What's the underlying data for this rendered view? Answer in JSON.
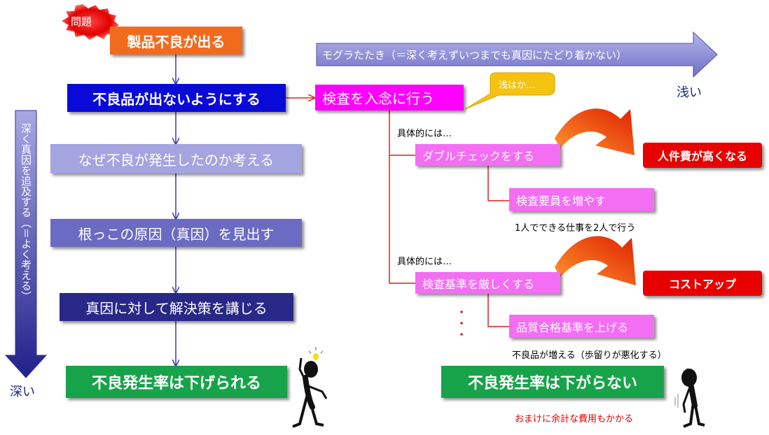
{
  "problem_badge": "問題",
  "problem_box": "製品不良が出る",
  "step1": "不良品が出ないようにする",
  "step2": "なぜ不良が発生したのか考える",
  "step3": "根っこの原因（真因）を見出す",
  "step4": "真因に対して解決策を講じる",
  "result_good": "不良発生率は下げられる",
  "deep_arrow_text": "深く真因を追及する（＝よく考える）",
  "deep_label": "深い",
  "shallow_arrow_text": "モグラたたき（＝深く考えずいつまでも真因にたどり着かない）",
  "shallow_label": "浅い",
  "inspect_box": "検査を入念に行う",
  "bubble_text": "浅はか…",
  "concretely_1": "具体的には…",
  "double_check": "ダブルチェックをする",
  "increase_staff": "検査要員を増やす",
  "one_to_two": "1人でできる仕事を2人で行う",
  "labor_cost": "人件費が高くなる",
  "concretely_2": "具体的には…",
  "strict_criteria": "検査基準を厳しくする",
  "raise_quality": "品質合格基準を上げる",
  "defects_increase": "不良品が増える（歩留りが悪化する）",
  "cost_up": "コストアップ",
  "result_bad": "不良発生率は下がらない",
  "extra_cost": "おまけに余計な費用もかかる"
}
